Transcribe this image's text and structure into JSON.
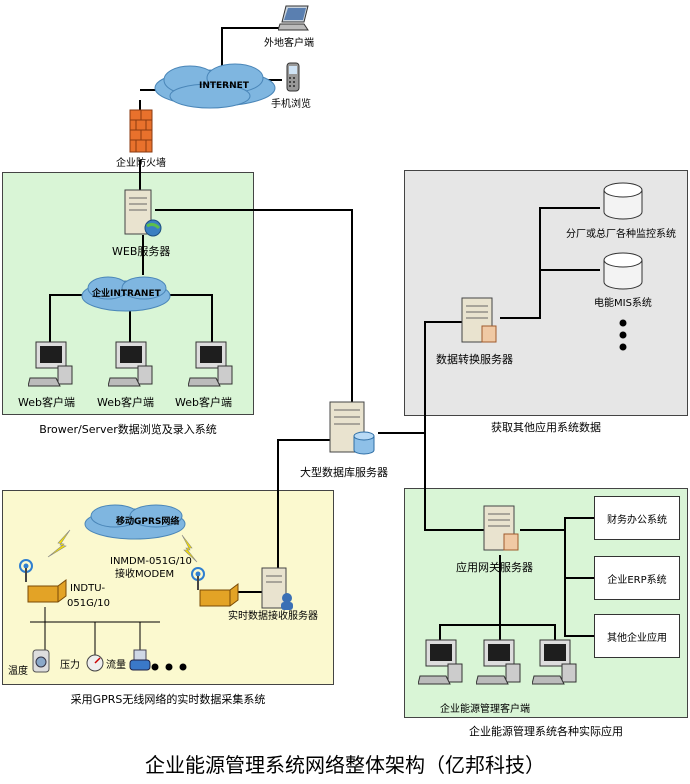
{
  "title": "企业能源管理系统网络整体架构（亿邦科技）",
  "internet": {
    "cloud_label": "INTERNET",
    "remote_client": "外地客户端",
    "mobile_browse": "手机浏览",
    "firewall": "企业防火墙"
  },
  "bs_region": {
    "web_server": "WEB服务器",
    "intranet": "企业INTRANET",
    "clients": [
      "Web客户端",
      "Web客户端",
      "Web客户端"
    ],
    "caption": "Brower/Server数据浏览及录入系统"
  },
  "other_region": {
    "branch_monitor": "分厂或总厂各种监控系统",
    "mis": "电能MIS系统",
    "conversion_server": "数据转换服务器",
    "caption": "获取其他应用系统数据"
  },
  "db_server": "大型数据库服务器",
  "gprs_region": {
    "network": "移动GPRS网络",
    "modem": "INMDM-051G/10\n接收MODEM",
    "dtu": "INDTU-\n051G/10",
    "receive_server": "实时数据接收服务器",
    "sensors": [
      "温度",
      "压力",
      "流量"
    ],
    "caption": "采用GPRS无线网络的实时数据采集系统"
  },
  "app_region": {
    "gateway": "应用网关服务器",
    "apps": [
      "财务办公系统",
      "企业ERP系统",
      "其他企业应用"
    ],
    "client": "企业能源管理客户端",
    "caption": "企业能源管理系统各种实际应用"
  },
  "colors": {
    "bs_bg": "#d9f5d6",
    "other_bg": "#e6e6e6",
    "gprs_bg": "#fbf9cf",
    "app_bg": "#d9f5d6"
  }
}
